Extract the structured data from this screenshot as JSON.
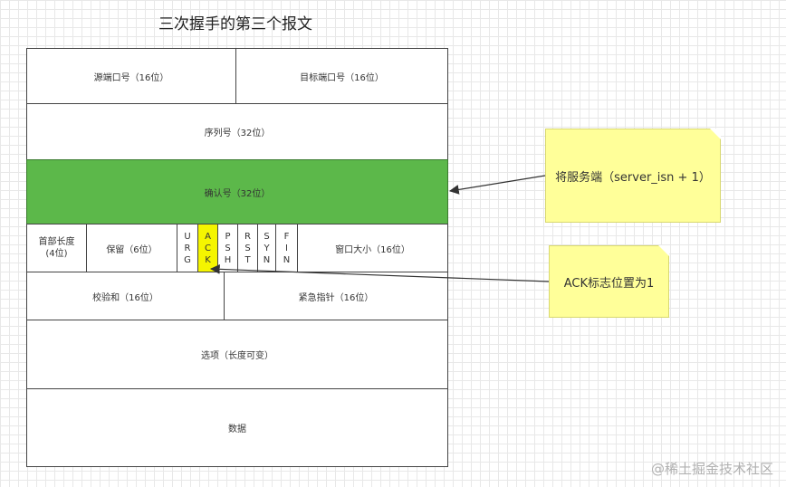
{
  "title": "三次握手的第三个报文",
  "row1": {
    "src_port": "源端口号（16位）",
    "dst_port": "目标端口号（16位）"
  },
  "row2": {
    "seq": "序列号（32位）"
  },
  "row3": {
    "ack_num": "确认号（32位）"
  },
  "row4": {
    "header_len_l1": "首部长度",
    "header_len_l2": "(4位)",
    "reserved": "保留（6位）",
    "flags": [
      {
        "id": "urg",
        "letters": [
          "U",
          "R",
          "G"
        ]
      },
      {
        "id": "ack",
        "letters": [
          "A",
          "C",
          "K"
        ]
      },
      {
        "id": "psh",
        "letters": [
          "P",
          "S",
          "H"
        ]
      },
      {
        "id": "rst",
        "letters": [
          "R",
          "S",
          "T"
        ]
      },
      {
        "id": "syn",
        "letters": [
          "S",
          "Y",
          "N"
        ]
      },
      {
        "id": "fin",
        "letters": [
          "F",
          "I",
          "N"
        ]
      }
    ],
    "window": "窗口大小（16位）"
  },
  "row5": {
    "checksum": "校验和（16位）",
    "urgent": "紧急指针（16位）"
  },
  "row6": {
    "options": "选项（长度可变）"
  },
  "row7": {
    "data": "数据"
  },
  "notes": {
    "server_isn": "将服务端（server_isn + 1）",
    "ack_flag": "ACK标志位置为1"
  },
  "watermark": "@稀土掘金技术社区",
  "colors": {
    "ack_field": "#5cb84a",
    "ack_flag": "#f5f500",
    "note": "#ffff99"
  }
}
